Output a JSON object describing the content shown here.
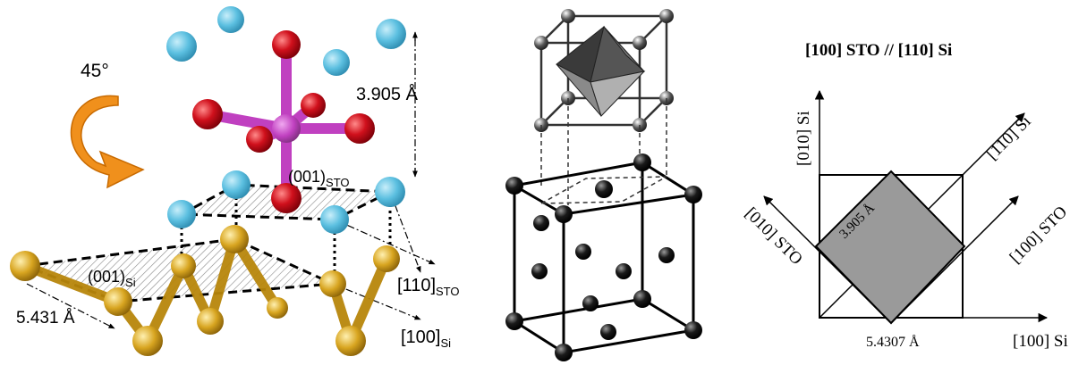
{
  "left_panel": {
    "rotation_label": "45°",
    "lattice_param_sto": "3.905 Å",
    "plane_sto_main": "(001)",
    "plane_sto_sub": "STO",
    "plane_si_main": "(001)",
    "plane_si_sub": "Si",
    "lattice_param_si": "5.431 Å",
    "dir_110_main": "[110]",
    "dir_110_sub": "STO",
    "dir_100_main": "[100]",
    "dir_100_sub": "Si",
    "colors": {
      "sr_atom": "#5bbfe0",
      "o_atom": "#d0101c",
      "ti_atom": "#c040c0",
      "si_atom": "#d8a520",
      "arrow": "#f0901c"
    }
  },
  "right_panel": {
    "title": "[100] STO // [110] Si",
    "axis_010_si": "[010] Si",
    "axis_110_si": "[110] Si",
    "axis_100_sto": "[100] STO",
    "axis_010_sto": "[010] STO",
    "axis_100_si": "[100] Si",
    "sto_param": "3.905 Å",
    "si_param": "5.4307 Å",
    "colors": {
      "sto_square": "#9a9a9a"
    }
  }
}
